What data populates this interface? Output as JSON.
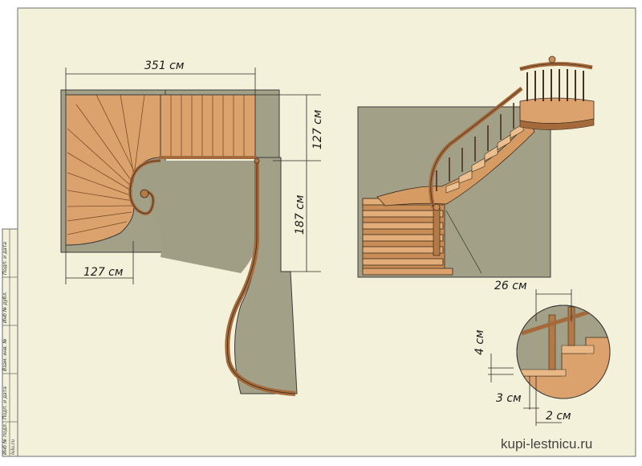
{
  "diagram": {
    "dimensions": {
      "top_width": "351 см",
      "right_top": "127 см",
      "right_mid": "187 см",
      "bottom_left": "127 см",
      "detail_width": "26 см",
      "detail_height": "4 см",
      "detail_depth": "3 см",
      "detail_nosing": "2 см"
    },
    "title_block": [
      "Инб № подл.",
      "Подп. и дата",
      "Взам. инв. №",
      "Инб № дубл.",
      "Подп. и дата"
    ],
    "stamp_bottom": "lulu.ru",
    "watermark": "kupi-lestnicu.ru"
  },
  "colors": {
    "sheet_bg": "#f3f1d9",
    "wall": "#a3a088",
    "wood": "#dca26d",
    "wood_dark": "#a56a3b",
    "line": "#2b2b2b"
  }
}
